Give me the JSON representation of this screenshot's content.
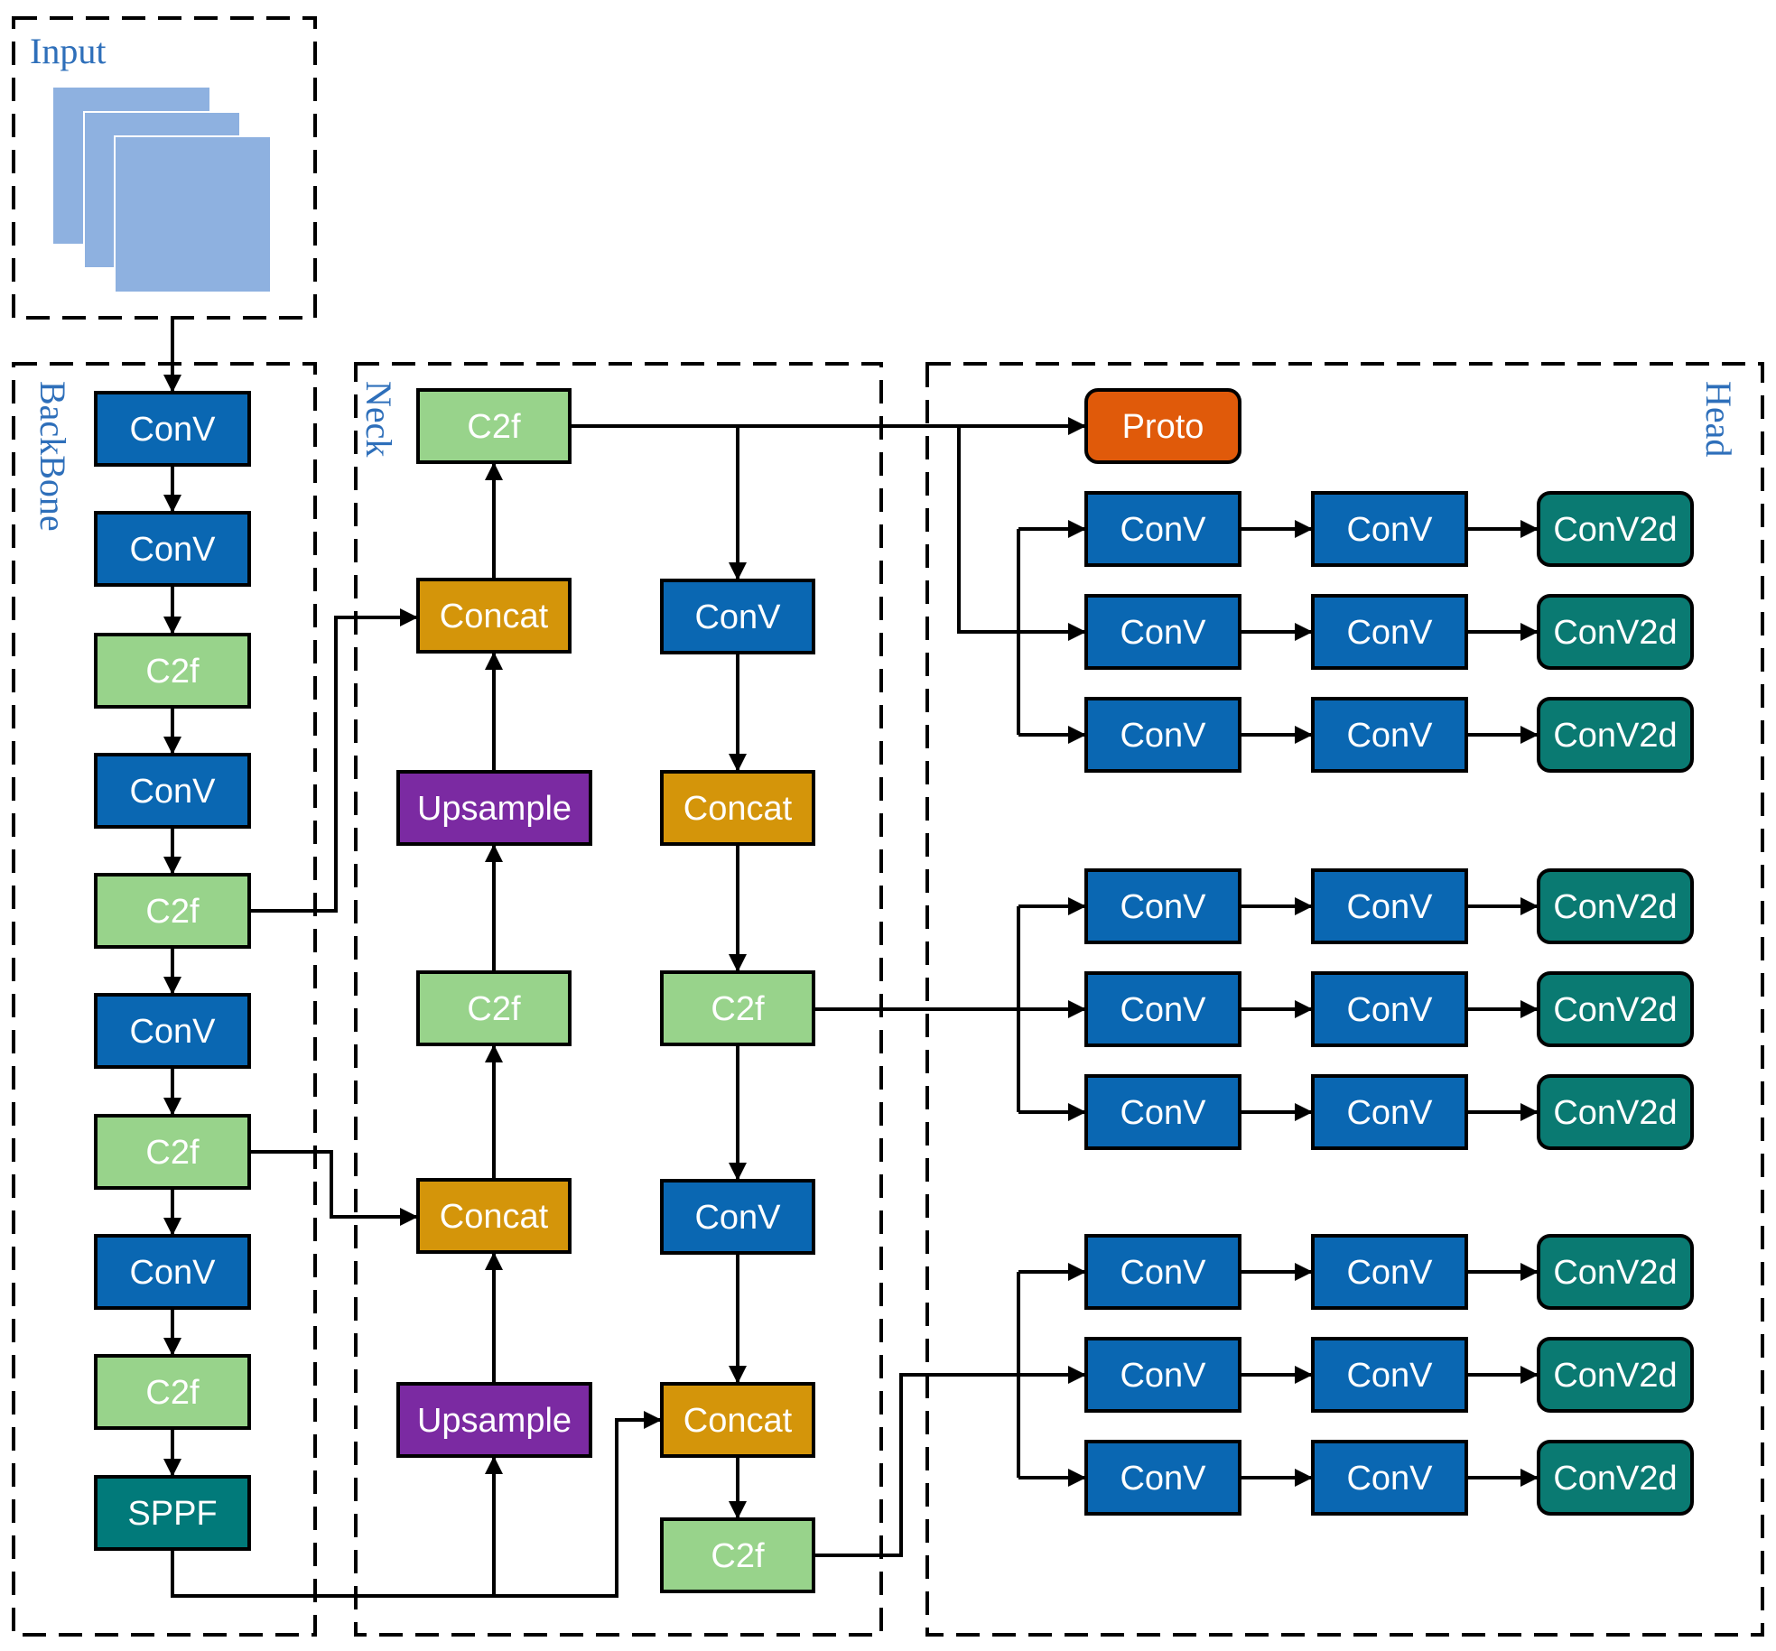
{
  "sections": {
    "input": "Input",
    "backbone": "BackBone",
    "neck": "Neck",
    "head": "Head"
  },
  "colors": {
    "conv": "#0a67b2",
    "c2f": "#98d38b",
    "concat": "#d4950a",
    "upsample": "#7b2aa2",
    "sppf": "#017a7a",
    "proto": "#e05a0a",
    "conv2d": "#0a7a72",
    "section_label": "#2e6fba",
    "input_image": "#8eb1e0"
  },
  "backbone": [
    "ConV",
    "ConV",
    "C2f",
    "ConV",
    "C2f",
    "ConV",
    "C2f",
    "ConV",
    "C2f",
    "SPPF"
  ],
  "neck": {
    "up_path": [
      "C2f",
      "Concat",
      "Upsample",
      "C2f",
      "Concat",
      "Upsample"
    ],
    "down_path": [
      "ConV",
      "Concat",
      "C2f",
      "ConV",
      "Concat",
      "C2f"
    ]
  },
  "head": {
    "proto": "Proto",
    "groups": [
      [
        [
          "ConV",
          "ConV",
          "ConV2d"
        ],
        [
          "ConV",
          "ConV",
          "ConV2d"
        ],
        [
          "ConV",
          "ConV",
          "ConV2d"
        ]
      ],
      [
        [
          "ConV",
          "ConV",
          "ConV2d"
        ],
        [
          "ConV",
          "ConV",
          "ConV2d"
        ],
        [
          "ConV",
          "ConV",
          "ConV2d"
        ]
      ],
      [
        [
          "ConV",
          "ConV",
          "ConV2d"
        ],
        [
          "ConV",
          "ConV",
          "ConV2d"
        ],
        [
          "ConV",
          "ConV",
          "ConV2d"
        ]
      ]
    ]
  }
}
